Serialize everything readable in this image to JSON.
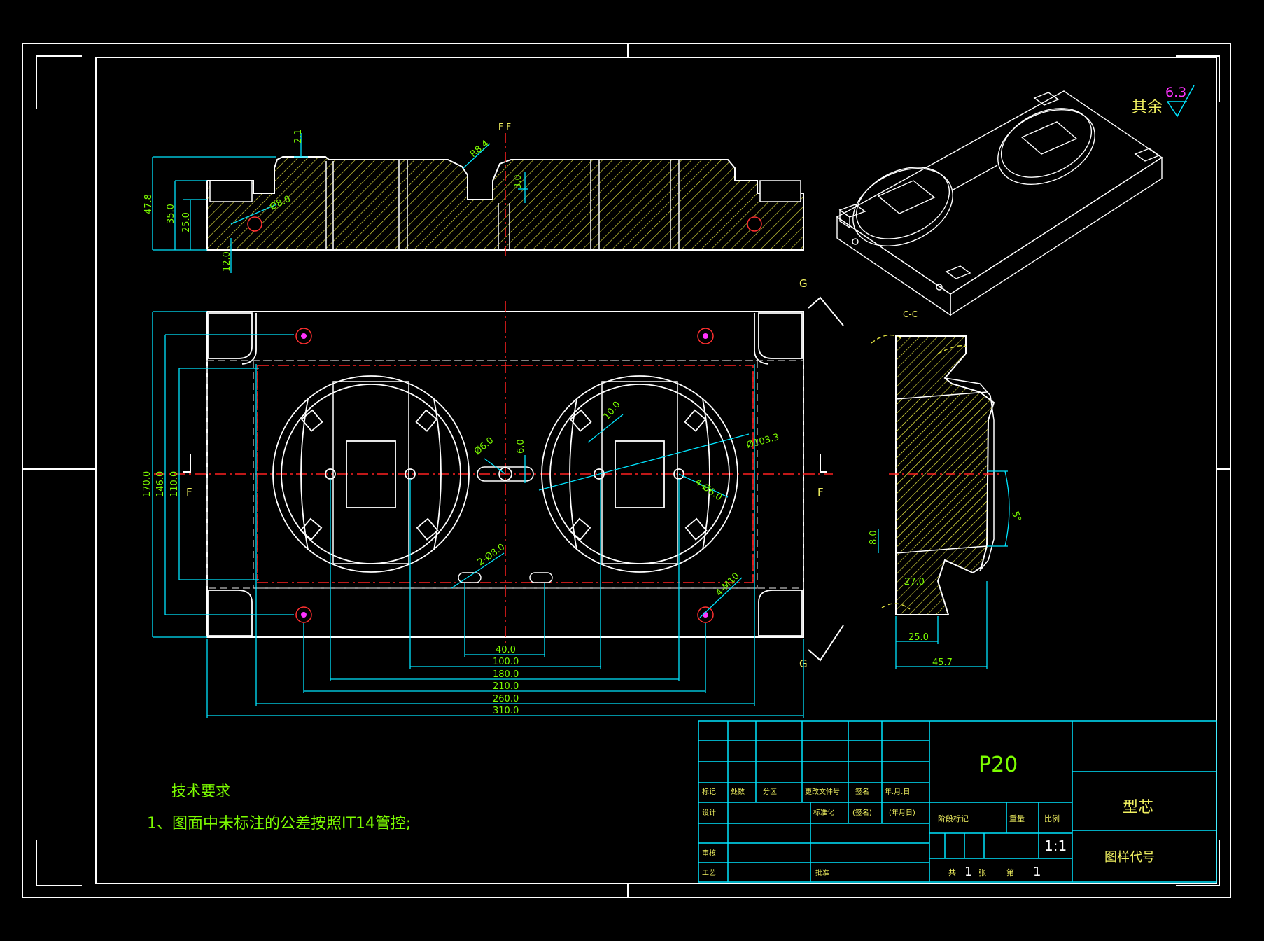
{
  "section_labels": {
    "ff": "F-F",
    "cc": "C-C",
    "g_top": "G",
    "g_bottom": "G",
    "f_left": "F",
    "f_right": "F"
  },
  "roughness": {
    "label": "其余",
    "value": "6.3"
  },
  "dimensions": {
    "ff_view": [
      "2.1",
      "R8.4",
      "3.0",
      "47.8",
      "35.0",
      "25.0",
      "Ø8.0",
      "12.0"
    ],
    "plan_view_vertical": [
      "170.0",
      "146.0",
      "110.0"
    ],
    "plan_view_horizontal": [
      "40.0",
      "100.0",
      "180.0",
      "210.0",
      "260.0",
      "310.0"
    ],
    "plan_view_callouts": [
      "10.0",
      "Ø6.0",
      "6.0",
      "Ø103.3",
      "4-Ø6.0",
      "2-Ø8.0",
      "4-M10"
    ],
    "cc_view": [
      "8.0",
      "27.0",
      "25.0",
      "45.7",
      "5°"
    ]
  },
  "technical_requirements": {
    "title": "技术要求",
    "item1": "1、图面中未标注的公差按照IT14管控;"
  },
  "title_block": {
    "material": "P20",
    "part_name": "型芯",
    "drawing_number_label": "图样代号",
    "scale": "1:1",
    "scale_label": "比例",
    "weight_label": "重量",
    "stage_label": "阶段标记",
    "sheet_total_label": "共",
    "sheet_total": "1",
    "sheet_label": "张",
    "sheet_no_label": "第",
    "sheet_no": "1",
    "row_headers": [
      "标记",
      "处数",
      "分区",
      "更改文件号",
      "签名",
      "年.月.日"
    ],
    "design": "设计",
    "standardization": "标准化",
    "sign": "(签名)",
    "date": "(年月日)",
    "review": "审核",
    "process": "工艺",
    "approve": "批准"
  },
  "colors": {
    "background": "#000000",
    "frame": "#ffffff",
    "dimension": "#00e5ff",
    "dimension_text": "#7CFC00",
    "center_line": "#ff2020",
    "hatch": "#e0e040",
    "hidden": "#bbbbbb",
    "title_block": "#00e5ff",
    "roughness_value": "#ff33ff"
  }
}
